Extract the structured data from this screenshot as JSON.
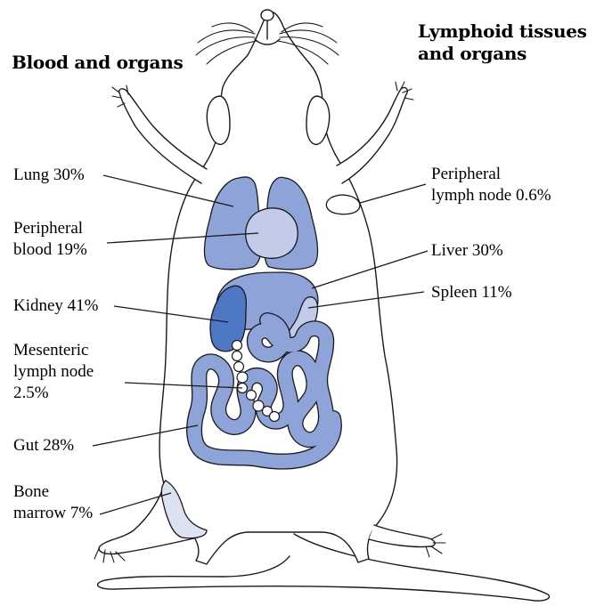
{
  "headers": {
    "left": "Blood and organs",
    "right_line1": "Lymphoid tissues",
    "right_line2": "and organs"
  },
  "labels": {
    "lung": "Lung 30%",
    "peripheral_blood_line1": "Peripheral",
    "peripheral_blood_line2": "blood 19%",
    "kidney": "Kidney 41%",
    "mesenteric_line1": "Mesenteric",
    "mesenteric_line2": "lymph node",
    "mesenteric_line3": "2.5%",
    "gut": "Gut 28%",
    "bone_marrow_line1": "Bone",
    "bone_marrow_line2": "marrow 7%",
    "peripheral_lymph_line1": "Peripheral",
    "peripheral_lymph_line2": "lymph node 0.6%",
    "liver": "Liver 30%",
    "spleen": "Spleen 11%"
  },
  "colors": {
    "lung": "#8ea3d8",
    "liver": "#8ea3d8",
    "gut": "#8ea3d8",
    "kidney": "#4f78c4",
    "pale_blue": "#c2cbe8",
    "bone_marrow": "#dde2f1",
    "outline": "#1a1a1a"
  }
}
